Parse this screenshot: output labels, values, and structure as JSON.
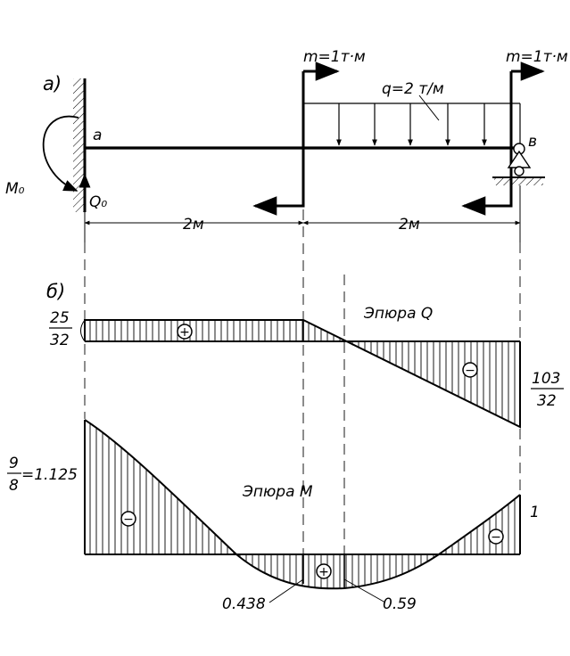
{
  "part_a": {
    "label": "а)",
    "moment_left": "m=1т·м",
    "moment_right": "m=1т·м",
    "load": "q=2 т/м",
    "node_a": "а",
    "node_b": "в",
    "support_moment": "M₀",
    "support_force": "Q₀",
    "span_1": "2м",
    "span_2": "2м"
  },
  "part_b": {
    "label": "б)",
    "q_title": "Эпюра Q",
    "q_left": {
      "numerator": "25",
      "denominator": "32"
    },
    "q_right": {
      "numerator": "103",
      "denominator": "32"
    },
    "m_title": "Эпюра M",
    "m_left": {
      "numerator": "9",
      "denominator": "8",
      "suffix": "=1.125"
    },
    "m_right": "1",
    "m_min_left": "0.438",
    "m_min_right": "0.59"
  },
  "signs": {
    "plus": "+",
    "minus": "−"
  }
}
